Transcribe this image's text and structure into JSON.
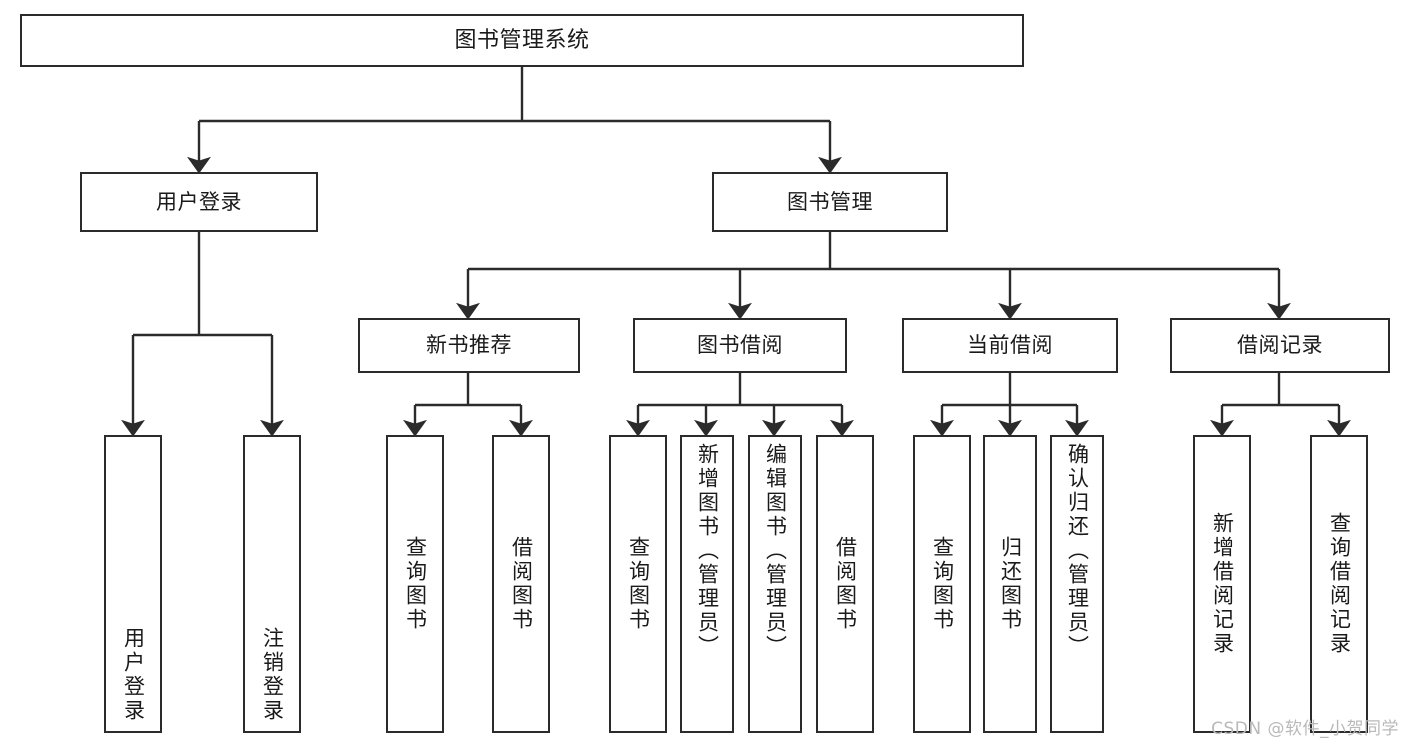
{
  "diagram": {
    "title": "图书管理系统",
    "type": "tree",
    "root": {
      "id": "root",
      "label": "图书管理系统"
    },
    "level2": [
      {
        "id": "user-login",
        "label": "用户登录"
      },
      {
        "id": "book-manage",
        "label": "图书管理"
      }
    ],
    "level3": [
      {
        "id": "new-book-recommend",
        "label": "新书推荐",
        "parent": "book-manage"
      },
      {
        "id": "book-borrow",
        "label": "图书借阅",
        "parent": "book-manage"
      },
      {
        "id": "current-borrow",
        "label": "当前借阅",
        "parent": "book-manage"
      },
      {
        "id": "borrow-record",
        "label": "借阅记录",
        "parent": "book-manage"
      }
    ],
    "leaves": [
      {
        "id": "leaf-user-login",
        "label": "用户登录",
        "parent": "user-login"
      },
      {
        "id": "leaf-logout",
        "label": "注销登录",
        "parent": "user-login"
      },
      {
        "id": "leaf-query-book-1",
        "label": "查询图书",
        "parent": "new-book-recommend"
      },
      {
        "id": "leaf-borrow-book-1",
        "label": "借阅图书",
        "parent": "new-book-recommend"
      },
      {
        "id": "leaf-query-book-2",
        "label": "查询图书",
        "parent": "book-borrow"
      },
      {
        "id": "leaf-add-book",
        "label": "新增图书（管理员）",
        "parent": "book-borrow"
      },
      {
        "id": "leaf-edit-book",
        "label": "编辑图书（管理员）",
        "parent": "book-borrow"
      },
      {
        "id": "leaf-borrow-book-2",
        "label": "借阅图书",
        "parent": "book-borrow"
      },
      {
        "id": "leaf-query-book-3",
        "label": "查询图书",
        "parent": "current-borrow"
      },
      {
        "id": "leaf-return-book",
        "label": "归还图书",
        "parent": "current-borrow"
      },
      {
        "id": "leaf-confirm-return",
        "label": "确认归还（管理员）",
        "parent": "current-borrow"
      },
      {
        "id": "leaf-add-record",
        "label": "新增借阅记录",
        "parent": "borrow-record"
      },
      {
        "id": "leaf-query-record",
        "label": "查询借阅记录",
        "parent": "borrow-record"
      }
    ]
  },
  "watermark": {
    "text": "CSDN @软件_小贺同学"
  },
  "colors": {
    "border": "#2b2b2b",
    "background": "#ffffff",
    "text": "#1a1a1a",
    "watermark": "#b9b9b9"
  }
}
